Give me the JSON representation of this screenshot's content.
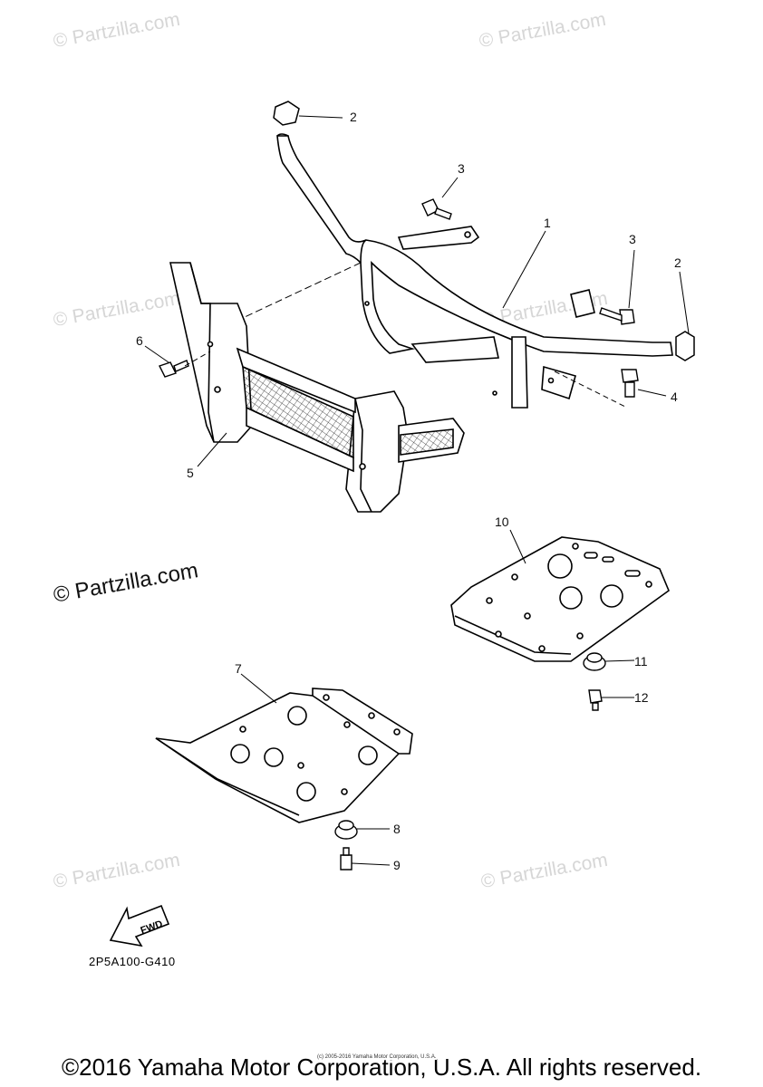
{
  "watermark": "© Partzilla.com",
  "watermark_main": "© Partzilla.com",
  "callouts": {
    "c1": "1",
    "c2a": "2",
    "c2b": "2",
    "c3a": "3",
    "c3b": "3",
    "c4": "4",
    "c5": "5",
    "c6": "6",
    "c7": "7",
    "c8": "8",
    "c9": "9",
    "c10": "10",
    "c11": "11",
    "c12": "12"
  },
  "fwd_label": "FWD",
  "diagram_code": "2P5A100-G410",
  "tiny_note": "(c) 2005-2016 Yamaha Motor Corporation, U.S.A.",
  "copyright": "©2016 Yamaha Motor Corporation, U.S.A. All rights reserved."
}
